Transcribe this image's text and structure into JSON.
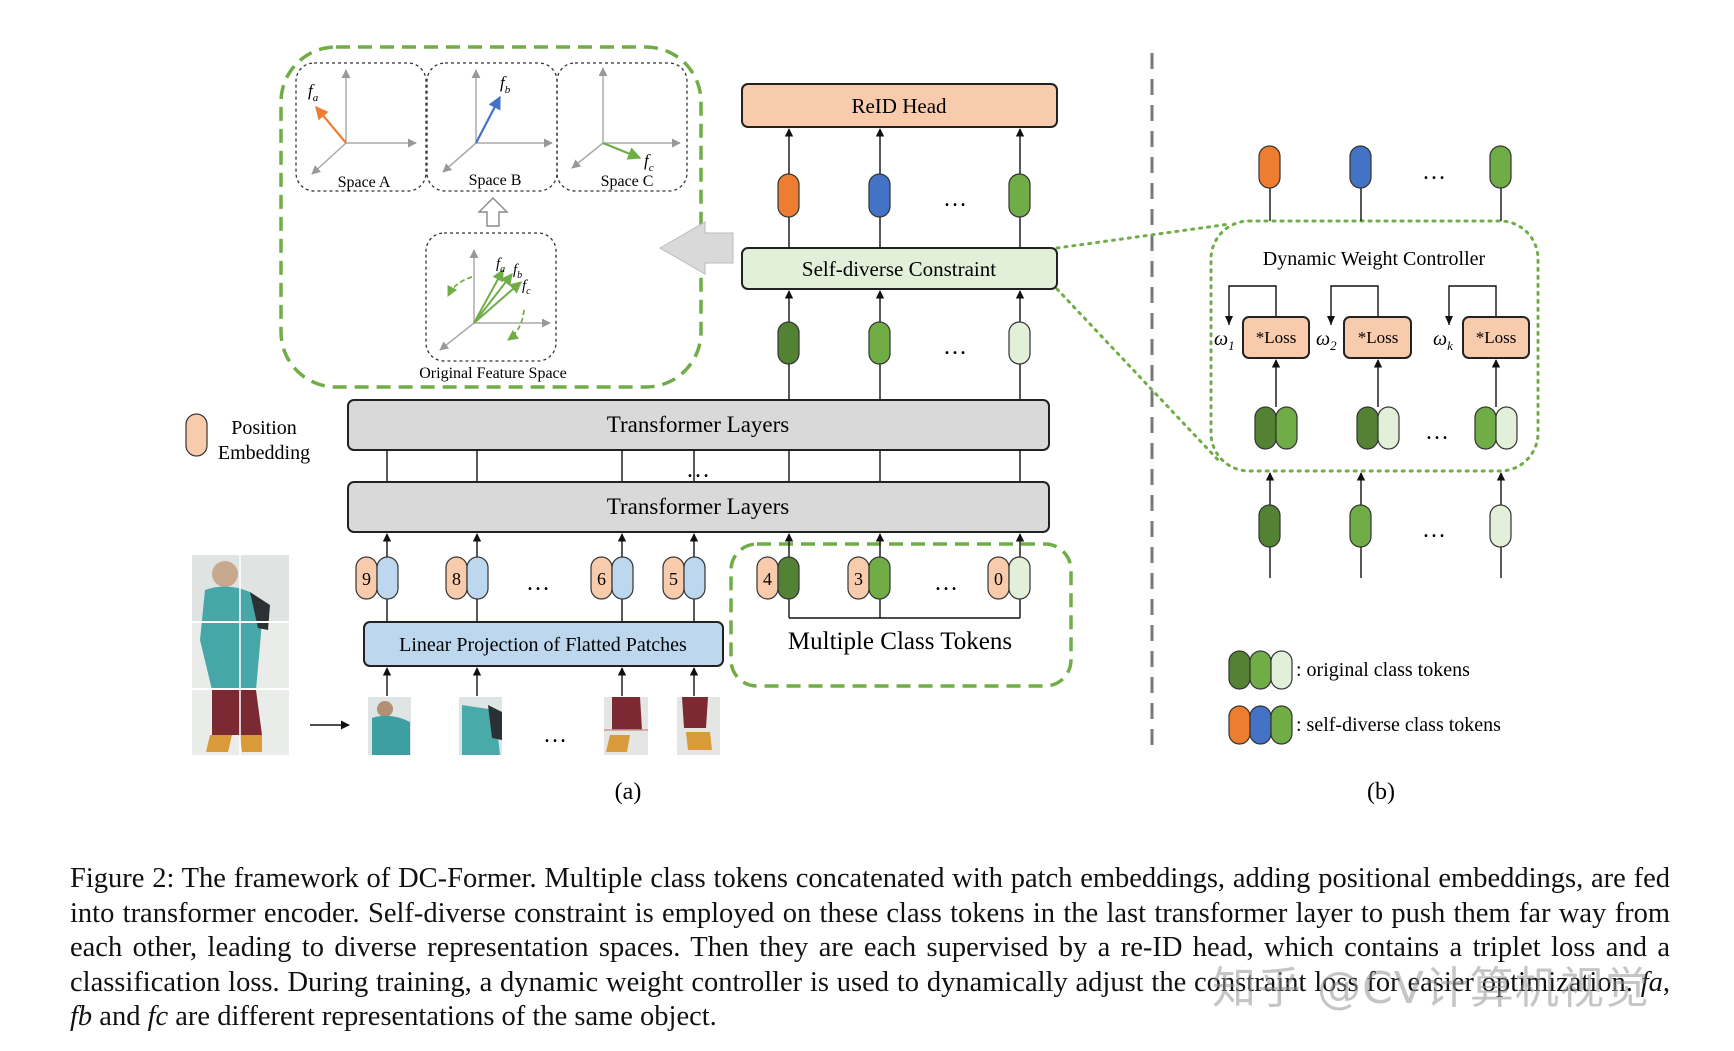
{
  "reid_head": "ReID Head",
  "self_diverse": "Self-diverse Constraint",
  "transformer_layers": "Transformer Layers",
  "linear_projection": "Linear Projection of Flatted Patches",
  "multiple_class_tokens": "Multiple Class Tokens",
  "position_embedding": [
    "Position",
    "Embedding"
  ],
  "spaces": [
    "Space A",
    "Space B",
    "Space C"
  ],
  "original_space": "Original Feature Space",
  "dwc_title": "Dynamic Weight Controller",
  "loss_label": "*Loss",
  "weights": [
    "ω",
    "ω",
    "ω"
  ],
  "weight_subscripts": [
    "1",
    "2",
    "k"
  ],
  "feature_labels": [
    "f",
    "f",
    "f"
  ],
  "feature_subscripts": [
    "a",
    "b",
    "c"
  ],
  "patch_numbers": [
    "9",
    "8",
    "6",
    "5"
  ],
  "class_numbers": [
    "4",
    "3",
    "0"
  ],
  "ellipsis": "…",
  "legend": [
    ": original class tokens",
    ": self-diverse class tokens"
  ],
  "panel_labels": [
    "(a)",
    "(b)"
  ],
  "caption": {
    "prefix": "Figure 2: The framework of DC-Former. Multiple class tokens concatenated with patch embeddings, adding positional embeddings, are fed into transformer encoder. Self-diverse constraint is employed on these class tokens in the last transformer layer to push them far way from each other, leading to diverse representation spaces. Then they are each supervised by a re-ID head, which contains a triplet loss and a classification loss. During training, a dynamic weight controller is used to dynamically adjust the constraint loss for easier optimization. ",
    "fa": "fa",
    "sep1": ", ",
    "fb": "fb",
    "sep2": " and ",
    "fc": "fc",
    "suffix": " are different representations of the same object."
  },
  "watermark": "知乎 @CV计算机视觉",
  "colors": {
    "orange": "#ED7D31",
    "blue": "#4472C4",
    "green": "#70AD47",
    "dark_green": "#548235",
    "light_green": "#E2F0D9",
    "salmon": "#F8CBAD",
    "light_blue": "#BDD7EE",
    "gray": "#D9D9D9",
    "dashed_green": "#70AD47"
  }
}
